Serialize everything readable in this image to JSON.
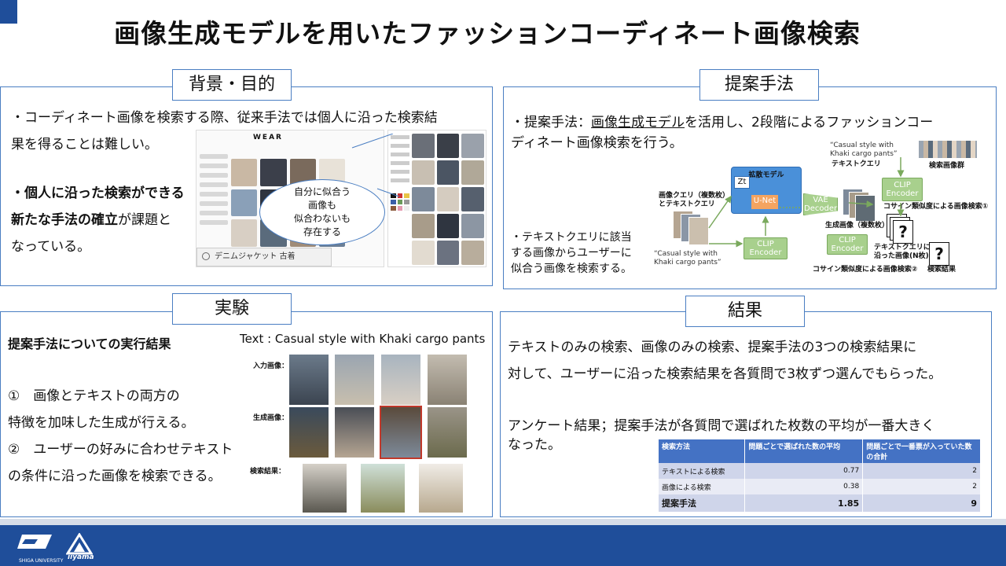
{
  "title": "画像生成モデルを用いたファッションコーディネート画像検索",
  "background": {
    "label": "背景・目的",
    "line1": "・コーディネート画像を検索する際、従来手法では個人に沿った検索結",
    "line2": "果を得ることは難しい。",
    "line3_bold": "・個人に沿った検索ができる",
    "line4_bold": "新たな手法の確立",
    "line4_rest": "が課題と",
    "line5": "なっている。",
    "wear_logo": "WEAR",
    "search_text": "デニムジャケット 古着",
    "bubble_l1": "自分に似合う",
    "bubble_l2": "画像も",
    "bubble_l3": "似合わないも",
    "bubble_l4": "存在する"
  },
  "method": {
    "label": "提案手法",
    "line1_pre": "・提案手法：",
    "line1_underline": "画像生成モデル",
    "line1_post": "を活用し、2段階によるファッションコー",
    "line2": "ディネート画像検索を行う。",
    "side1": "・テキストクエリに該当",
    "side2": "する画像からユーザーに",
    "side3": "似合う画像を検索する。",
    "diagram": {
      "query_en_1": "“Casual style with",
      "query_en_2": "Khaki cargo pants”",
      "text_query": "テキストクエリ",
      "search_group": "検索画像群",
      "diffusion": "拡散モデル",
      "zt": "Zt",
      "unet": "U-Net",
      "clip": "CLIP Encoder",
      "vae": "VAE Decoder",
      "img_query_1": "画像クエリ（複数枚）",
      "img_query_2": "とテキストクエリ",
      "gen_images": "生成画像（複数枚）",
      "cos1": "コサイン類似度による画像検索①",
      "text_match_1": "テキストクエリに",
      "text_match_2": "沿った画像(N枚)",
      "cos2": "コサイン類似度による画像検索②",
      "result": "検索結果",
      "q": "?"
    }
  },
  "experiment": {
    "label": "実験",
    "heading": "提案手法についての実行結果",
    "text_caption": "Text : Casual style with Khaki cargo pants",
    "item1a": "①　画像とテキストの両方の",
    "item1b": "特徴を加味した生成が行える。",
    "item2a": "②　ユーザーの好みに合わせテキスト",
    "item2b": "の条件に沿った画像を検索できる。",
    "row_input": "入力画像：",
    "row_gen": "生成画像：",
    "row_result": "検索結果："
  },
  "results": {
    "label": "結果",
    "line1": "テキストのみの検索、画像のみの検索、提案手法の3つの検索結果に",
    "line2": "対して、ユーザーに沿った検索結果を各質問で3枚ずつ選んでもらった。",
    "line3": "アンケート結果；提案手法が各質問で選ばれた枚数の平均が一番大きく",
    "line4": "なった。",
    "table": {
      "headers": [
        "検索方法",
        "問題ごとで選ばれた数の平均",
        "問題ごとで一番票が入っていた数の合計"
      ],
      "rows": [
        [
          "テキストによる検索",
          "0.77",
          "2"
        ],
        [
          "画像による検索",
          "0.38",
          "2"
        ],
        [
          "提案手法",
          "1.85",
          "9"
        ]
      ]
    }
  },
  "footer": {
    "univ": "SHIGA UNIVERSITY",
    "lab": "iiyama"
  },
  "colors": {
    "accent": "#1f4e9a",
    "border": "#4a7ec2",
    "clip": "#a8d08d",
    "unet": "#4a90d9"
  }
}
